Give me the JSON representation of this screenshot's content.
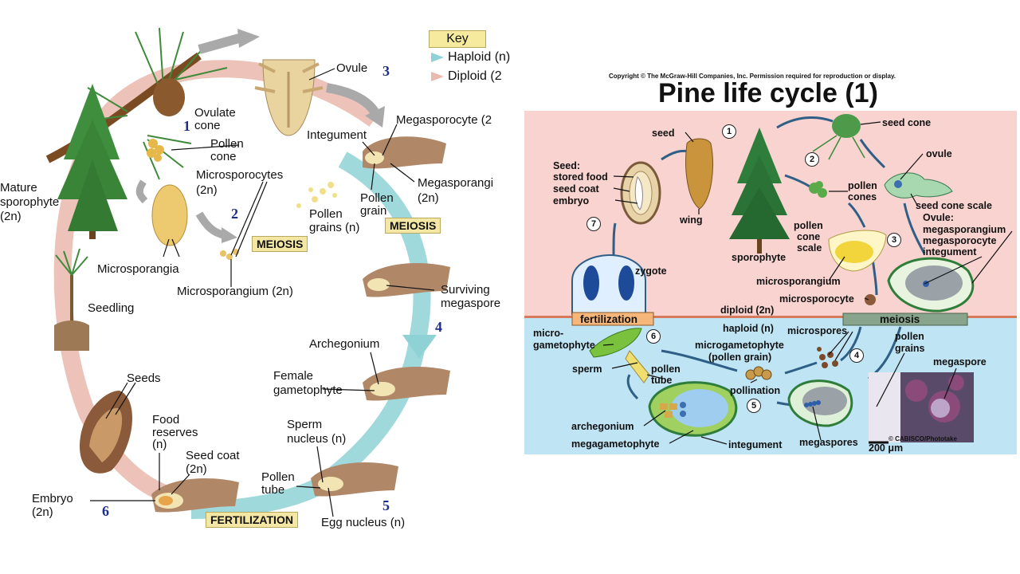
{
  "left": {
    "key": {
      "title": "Key",
      "haploid": "Haploid (n)",
      "diploid": "Diploid (2"
    },
    "labels": {
      "ovule": "Ovule",
      "ovulate_cone_1": "Ovulate",
      "ovulate_cone_2": "cone",
      "pollen_cone_1": "Pollen",
      "pollen_cone_2": "cone",
      "microsporocytes_1": "Microsporocytes",
      "microsporocytes_2": "(2n)",
      "mature_1": "Mature",
      "mature_2": "sporophyte",
      "mature_3": "(2n)",
      "integument": "Integument",
      "megasporocyte": "Megasporocyte (2",
      "megasporangium_1": "Megasporangi",
      "megasporangium_2": "(2n)",
      "pollen_grain_1": "Pollen",
      "pollen_grain_2": "grain",
      "pollen_grains_1": "Pollen",
      "pollen_grains_2": "grains (n)",
      "microsporangia": "Microsporangia",
      "microsporangium": "Microsporangium (2n)",
      "seedling": "Seedling",
      "surviving_1": "Surviving",
      "surviving_2": "megaspore",
      "archegonium": "Archegonium",
      "female_1": "Female",
      "female_2": "gametophyte",
      "seeds": "Seeds",
      "food_1": "Food",
      "food_2": "reserves",
      "food_3": "(n)",
      "seedcoat_1": "Seed coat",
      "seedcoat_2": "(2n)",
      "sperm_1": "Sperm",
      "sperm_2": "nucleus (n)",
      "pollentube_1": "Pollen",
      "pollentube_2": "tube",
      "embryo_1": "Embryo",
      "embryo_2": "(2n)",
      "egg": "Egg nucleus (n)"
    },
    "tags": {
      "meiosis1": "MEIOSIS",
      "meiosis2": "MEIOSIS",
      "fertilization": "FERTILIZATION"
    },
    "steps": [
      "1",
      "2",
      "3",
      "4",
      "5",
      "6"
    ]
  },
  "right": {
    "copyright": "Copyright © The McGraw-Hill Companies, Inc. Permission required for reproduction or display.",
    "title": "Pine life cycle (1)",
    "labels": {
      "seed": "seed",
      "seed_cone": "seed cone",
      "ovule": "ovule",
      "seed_desc_1": "Seed:",
      "seed_desc_2": "stored food",
      "seed_desc_3": "seed coat",
      "seed_desc_4": "embryo",
      "wing": "wing",
      "pollen_cones_1": "pollen",
      "pollen_cones_2": "cones",
      "seed_cone_scale": "seed cone scale",
      "ovule_desc_1": "Ovule:",
      "ovule_desc_2": "megasporangium",
      "ovule_desc_3": "megasporocyte",
      "ovule_desc_4": "integument",
      "pcs_1": "pollen",
      "pcs_2": "cone",
      "pcs_3": "scale",
      "sporophyte": "sporophyte",
      "zygote": "zygote",
      "microsporangium": "microsporangium",
      "microsporocyte": "microsporocyte",
      "diploid": "diploid (2n)",
      "haploid": "haploid (n)",
      "microspores": "microspores",
      "pollen_grains_1": "pollen",
      "pollen_grains_2": "grains",
      "microgam_1": "micro-",
      "microgam_2": "gametophyte",
      "microgam_pg_1": "microgametophyte",
      "microgam_pg_2": "(pollen grain)",
      "megaspore": "megaspore",
      "sperm": "sperm",
      "pollen_tube_1": "pollen",
      "pollen_tube_2": "tube",
      "pollination": "pollination",
      "archegonium": "archegonium",
      "megagametophyte": "megagametophyte",
      "integument": "integument",
      "megaspores": "megaspores",
      "cabisco": "© CABISCO/Phototake",
      "scale": "200 μm"
    },
    "bars": {
      "fertilization": "fertilization",
      "meiosis": "meiosis"
    },
    "steps": [
      "1",
      "2",
      "3",
      "4",
      "5",
      "6",
      "7"
    ],
    "colors": {
      "diploid_bg": "#f8d3d0",
      "haploid_bg": "#bfe4f4",
      "fert_bar": "#f7b77a",
      "meiosis_bar": "#88a48c"
    }
  }
}
